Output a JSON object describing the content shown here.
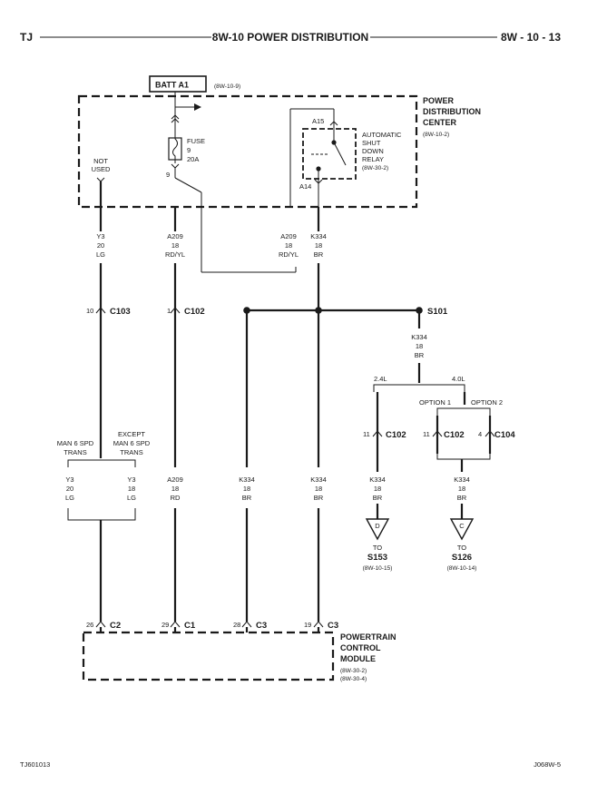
{
  "header": {
    "left": "TJ",
    "title": "8W-10 POWER DISTRIBUTION",
    "right": "8W - 10 - 13"
  },
  "footer": {
    "left": "TJ601013",
    "right": "J068W-5"
  },
  "source": {
    "label": "BATT A1",
    "ref": "(8W-10-9)"
  },
  "pdc": {
    "title_l1": "POWER",
    "title_l2": "DISTRIBUTION",
    "title_l3": "CENTER",
    "ref": "(8W-10-2)",
    "fuse_l1": "FUSE",
    "fuse_l2": "9",
    "fuse_l3": "20A",
    "fuse_pin": "9",
    "not_used_l1": "NOT",
    "not_used_l2": "USED",
    "relay_l1": "AUTOMATIC",
    "relay_l2": "SHUT",
    "relay_l3": "DOWN",
    "relay_l4": "RELAY",
    "relay_ref": "(8W-30-2)",
    "pin_a15": "A15",
    "pin_a14": "A14"
  },
  "wires": {
    "y3_upper": {
      "l1": "Y3",
      "l2": "20",
      "l3": "LG"
    },
    "a209_upper": {
      "l1": "A209",
      "l2": "18",
      "l3": "RD/YL"
    },
    "a209_relay": {
      "l1": "A209",
      "l2": "18",
      "l3": "RD/YL"
    },
    "k334_upper": {
      "l1": "K334",
      "l2": "18",
      "l3": "BR"
    },
    "k334_s101": {
      "l1": "K334",
      "l2": "18",
      "l3": "BR"
    },
    "y3_left": {
      "l1": "Y3",
      "l2": "20",
      "l3": "LG"
    },
    "y3_right": {
      "l1": "Y3",
      "l2": "18",
      "l3": "LG"
    },
    "a209_lower": {
      "l1": "A209",
      "l2": "18",
      "l3": "RD"
    },
    "k334_lower1": {
      "l1": "K334",
      "l2": "18",
      "l3": "BR"
    },
    "k334_lower2": {
      "l1": "K334",
      "l2": "18",
      "l3": "BR"
    },
    "k334_24": {
      "l1": "K334",
      "l2": "18",
      "l3": "BR"
    },
    "k334_40": {
      "l1": "K334",
      "l2": "18",
      "l3": "BR"
    }
  },
  "connectors": {
    "c103": {
      "pin": "10",
      "name": "C103"
    },
    "c102": {
      "pin": "1",
      "name": "C102"
    },
    "c102_24": {
      "pin": "11",
      "name": "C102"
    },
    "c102_opt1": {
      "pin": "11",
      "name": "C102"
    },
    "c104_opt2": {
      "pin": "4",
      "name": "C104"
    }
  },
  "splice": {
    "name": "S101"
  },
  "variants": {
    "man6_l1": "MAN 6 SPD",
    "man6_l2": "TRANS",
    "except_l1": "EXCEPT",
    "except_l2": "MAN 6 SPD",
    "except_l3": "TRANS",
    "eng_24": "2.4L",
    "eng_40": "4.0L",
    "option1": "OPTION 1",
    "option2": "OPTION 2"
  },
  "offpage": {
    "left": {
      "letter": "D",
      "to": "TO",
      "dest": "S153",
      "ref": "(8W-10-15)"
    },
    "right": {
      "letter": "C",
      "to": "TO",
      "dest": "S126",
      "ref": "(8W-10-14)"
    }
  },
  "pcm": {
    "title_l1": "POWERTRAIN",
    "title_l2": "CONTROL",
    "title_l3": "MODULE",
    "ref1": "(8W-30-2)",
    "ref2": "(8W-30-4)",
    "pins": [
      {
        "pin": "26",
        "name": "C2"
      },
      {
        "pin": "29",
        "name": "C1"
      },
      {
        "pin": "28",
        "name": "C3"
      },
      {
        "pin": "19",
        "name": "C3"
      }
    ]
  }
}
